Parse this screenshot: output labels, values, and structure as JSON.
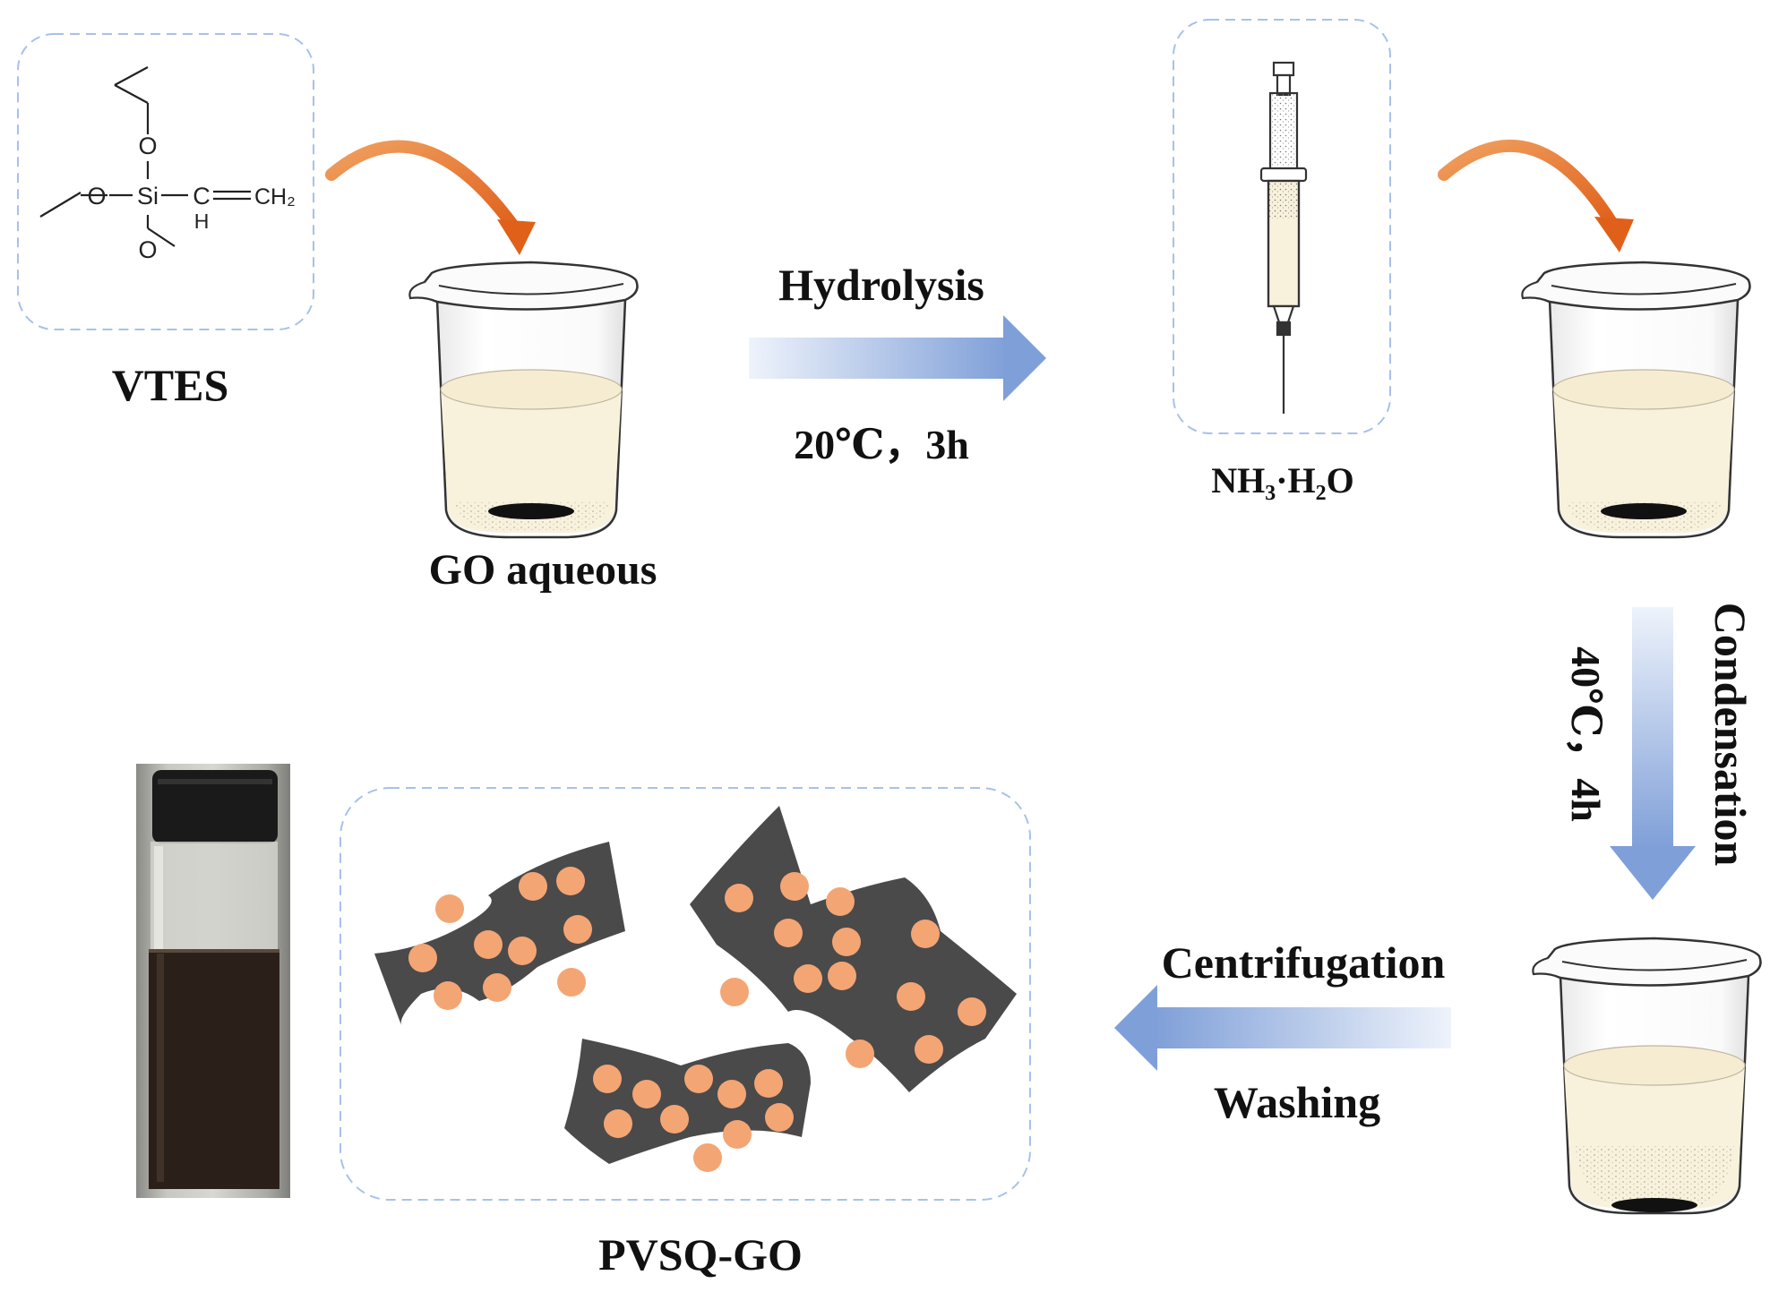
{
  "labels": {
    "vtes": "VTES",
    "go_aqueous": "GO aqueous",
    "hydrolysis": "Hydrolysis",
    "hydrolysis_cond": "20℃，3h",
    "ammonia": "NH₃·H₂O",
    "condensation": "Condensation",
    "condensation_cond": "40℃，4h",
    "centrifugation": "Centrifugation",
    "washing": "Washing",
    "product": "PVSQ-GO"
  },
  "molecule": {
    "o_top": "O",
    "o_left": "O",
    "si": "Si",
    "o_bottom": "O",
    "c_h": "C",
    "h": "H",
    "ch2": "CH₂"
  },
  "colors": {
    "dashed_box": "#a9c0ea",
    "arrow_blue": "#7f9fd8",
    "curve_arrow": "#e8702a",
    "sheet": "#4a4a4a",
    "particle": "#f4a574",
    "liquid": "#f8f1dc"
  }
}
